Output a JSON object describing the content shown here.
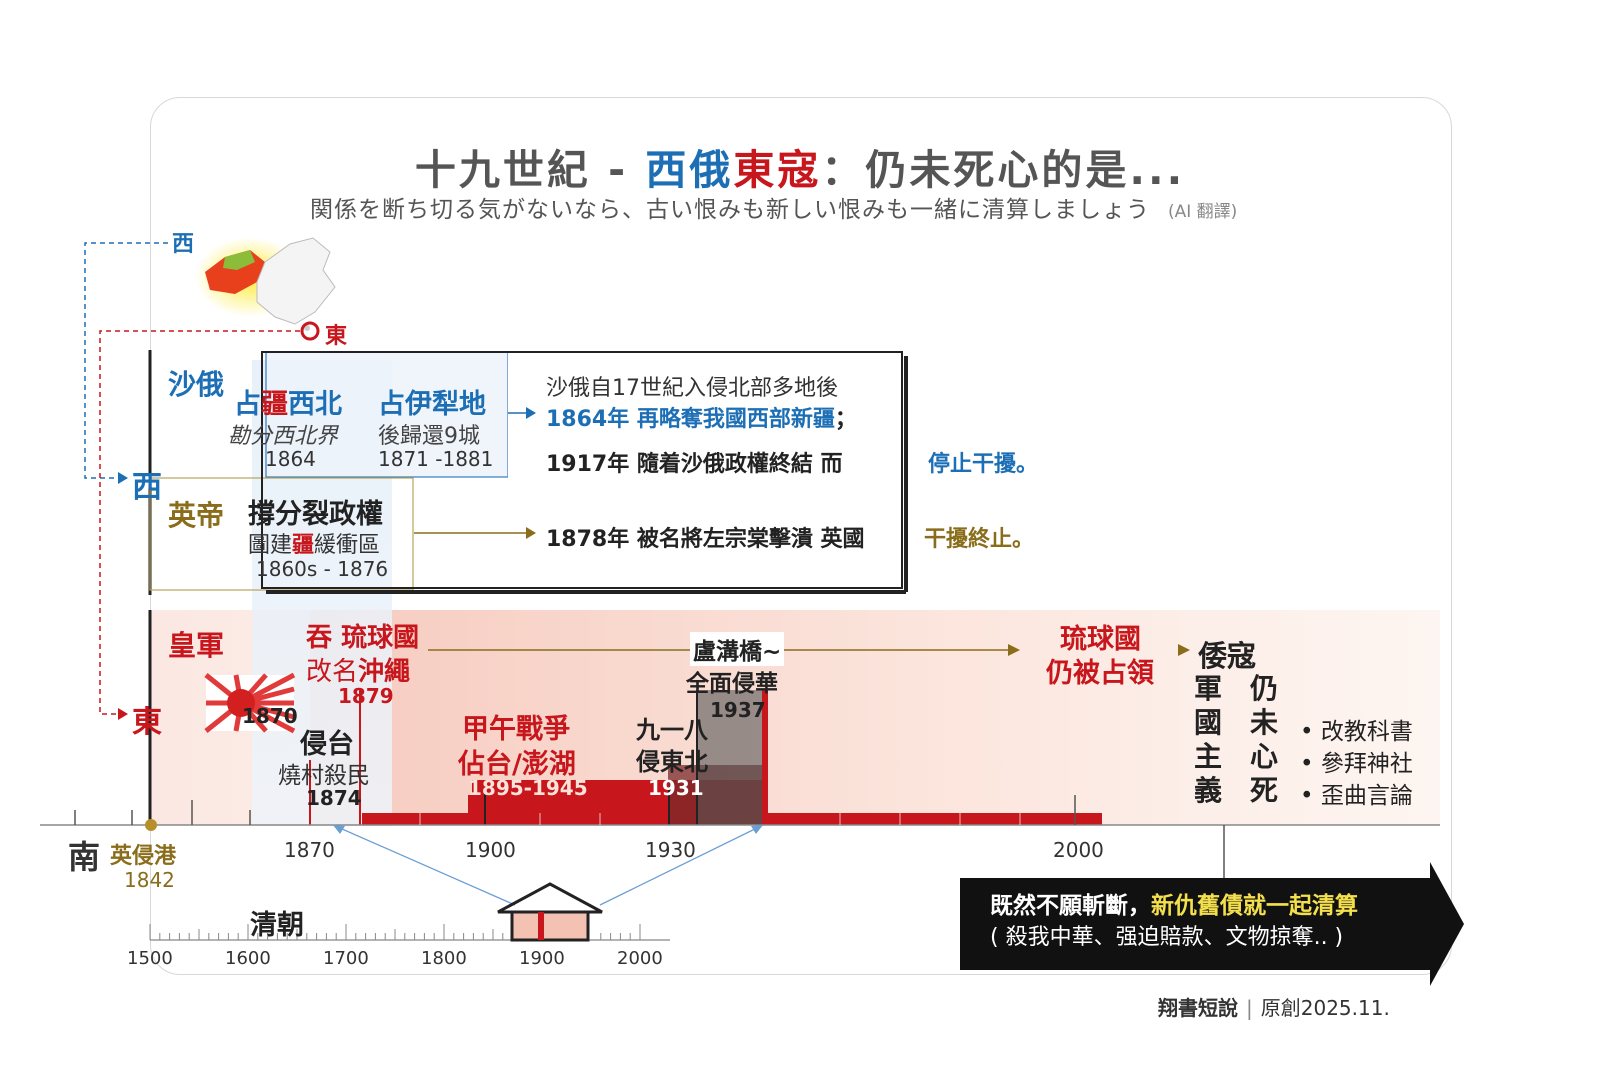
{
  "header": {
    "title_part1": "十九世紀 - ",
    "title_west": "西俄",
    "title_east": "東寇",
    "title_part2": "：仍未死心的是...",
    "subtitle": "関係を断ち切る気がないなら、古い恨みも新しい恨みも一緒に清算しましょう",
    "subtitle_note": "(AI 翻譯)"
  },
  "map": {
    "west_label": "西",
    "east_label": "東"
  },
  "side": {
    "west": "西",
    "east": "東",
    "south": "南"
  },
  "russia": {
    "label": "沙俄",
    "ev1_title_a": "占",
    "ev1_title_b": "疆",
    "ev1_title_c": "西北",
    "ev1_sub": "勘分西北界",
    "ev1_year": "1864",
    "ev2_title": "占伊犁地",
    "ev2_sub": "後歸還9城",
    "ev2_year": "1871 -1881",
    "desc1": "沙俄自17世紀入侵北部多地後",
    "desc2": "1864年  再略奪我國西部新疆",
    "desc2_semi": "；",
    "desc3a": "1917年  隨着沙俄政權終結   而",
    "desc3b": "停止干擾。"
  },
  "britain": {
    "label": "英帝",
    "ev_title": "撐分裂政權",
    "ev_sub_a": "圖建",
    "ev_sub_b": "疆",
    "ev_sub_c": "緩衝區",
    "ev_year": "1860s - 1876",
    "desc_a": "1878年 被名將左宗棠擊潰 英國",
    "desc_b": "干擾終止。"
  },
  "japan": {
    "label": "皇軍",
    "flag_year": "1870",
    "ryukyu_a": "吞",
    "ryukyu_b": "琉球國",
    "ryukyu_c": "改名",
    "ryukyu_d": "沖繩",
    "ryukyu_year": "1879",
    "taiwan_title": "侵台",
    "taiwan_sub": "燒村殺民",
    "taiwan_year": "1874",
    "war_title": "甲午戰爭",
    "war_sub": "佔台/澎湖",
    "war_year": "1895-1945",
    "mukden_a": "九一八",
    "mukden_b": "侵東北",
    "mukden_year": "1931",
    "marco_a": "盧溝橋~",
    "marco_b": "全面侵華",
    "marco_year": "1937",
    "ryukyu_now_a": "琉球國",
    "ryukyu_now_b": "仍被占領",
    "wokou": "倭寇",
    "col1": [
      "軍",
      "國",
      "主",
      "義"
    ],
    "col2": [
      "仍",
      "未",
      "心",
      "死"
    ],
    "bullets": [
      "改教科書",
      "參拜神社",
      "歪曲言論"
    ]
  },
  "south": {
    "label": "英侵港",
    "year": "1842"
  },
  "timeline": {
    "ticks": [
      "1870",
      "1900",
      "1930",
      "2000"
    ],
    "dynasty": "清朝",
    "small_ticks": [
      "1500",
      "1600",
      "1700",
      "1800",
      "1900",
      "2000"
    ]
  },
  "banner": {
    "line1a": "既然不願斬斷，",
    "line1b": "新仇舊債就一起清算",
    "line2": "( 殺我中華、强迫賠款、文物掠奪.. )"
  },
  "footer": {
    "brand": "翔書短說",
    "sep": "|",
    "credit": "原創2025.11."
  },
  "colors": {
    "blue": "#1d6fb5",
    "red": "#c8161d",
    "gold": "#8a6d1a"
  }
}
